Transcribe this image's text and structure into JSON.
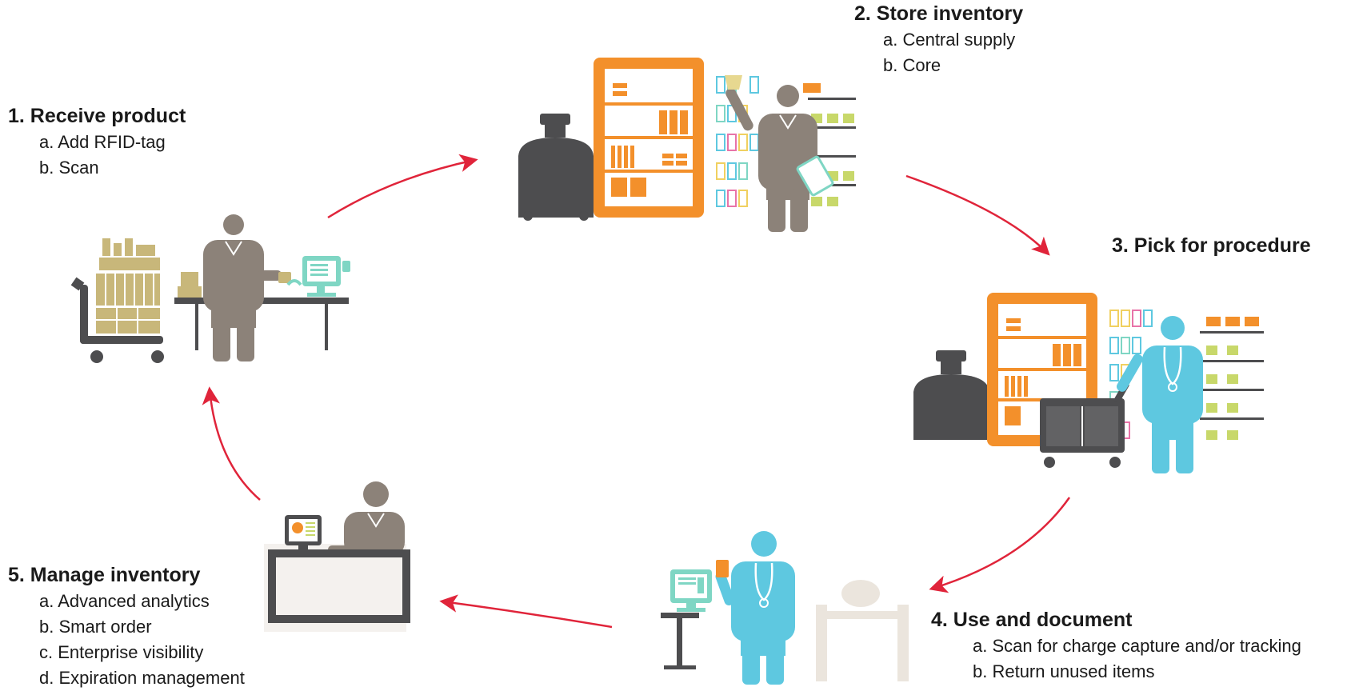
{
  "colors": {
    "arrow": "#e0243a",
    "person_gray": "#8c8279",
    "clinician_blue": "#5ec8e0",
    "cabinet_orange": "#f3902b",
    "cart_dark": "#4d4d4f",
    "supply_tan": "#c8b77a",
    "screen_teal": "#7fd6c4",
    "bed_beige": "#ebe5dd"
  },
  "steps": [
    {
      "title": "1. Receive product",
      "items": [
        "a. Add RFID-tag",
        "b. Scan"
      ],
      "icon": "receiving-station-icon"
    },
    {
      "title": "2. Store inventory",
      "items": [
        "a. Central supply",
        "b. Core"
      ],
      "icon": "supply-storage-icon"
    },
    {
      "title": "3. Pick for procedure",
      "items": [],
      "icon": "clinician-picking-icon"
    },
    {
      "title": "4. Use and document",
      "items": [
        "a. Scan for charge capture and/or tracking",
        "b. Return unused items"
      ],
      "icon": "clinician-scanning-icon"
    },
    {
      "title": "5. Manage inventory",
      "items": [
        "a. Advanced analytics",
        "b. Smart order",
        "c. Enterprise visibility",
        "d. Expiration management"
      ],
      "icon": "inventory-manager-icon"
    }
  ]
}
